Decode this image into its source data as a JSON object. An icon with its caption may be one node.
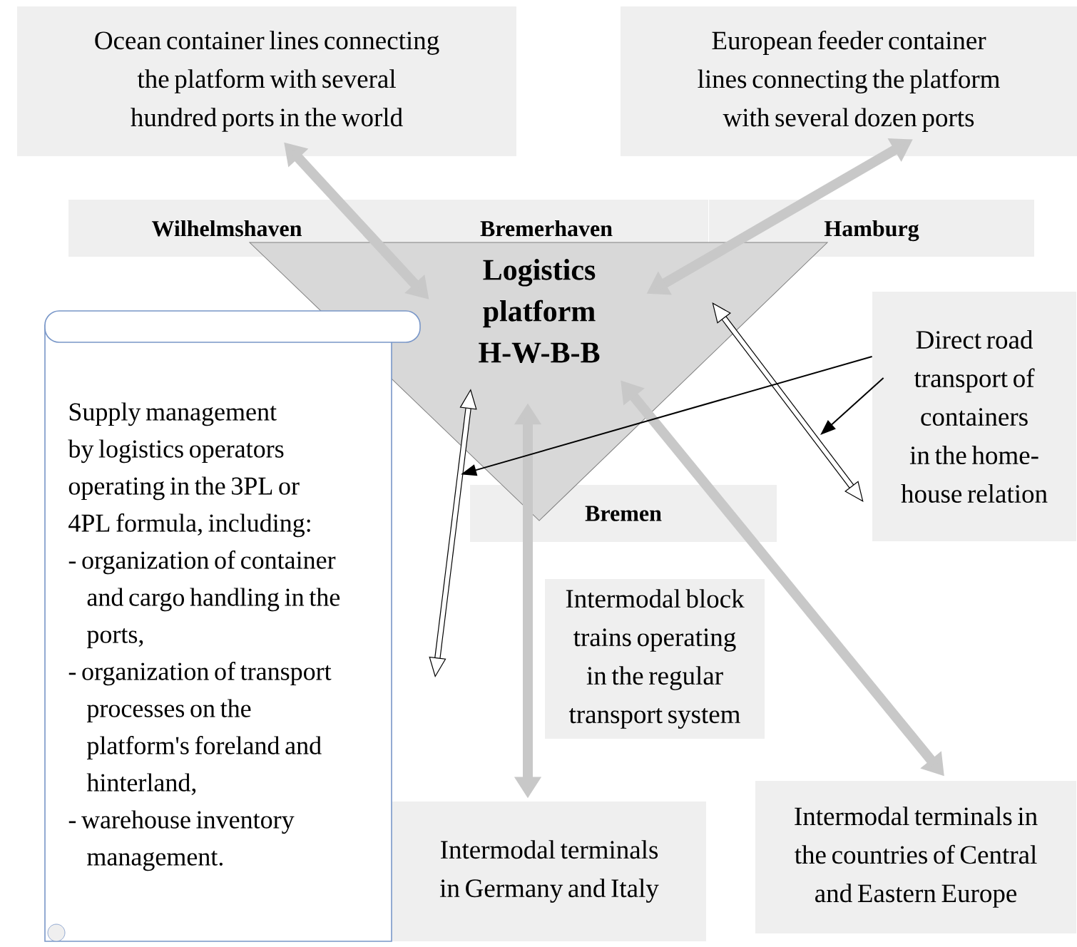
{
  "diagram": {
    "nodes": [
      {
        "text": [
          "Ocean container lines connecting the platform with several hundred ports in the world"
        ]
      },
      {
        "text": [
          "European feeder container lines connecting the platform with several dozen ports"
        ]
      },
      {
        "text": [
          "Logistics platform H-W-B-B"
        ]
      },
      {
        "text": [
          "Direct road transport of containers in the home-house relation"
        ]
      },
      {
        "text": [
          "Supply management by logistics operators operating in the 3PL or 4PL formula, including:",
          "- organization of container and cargo handling in the ports,",
          "- organization of transport processes on the platform's foreland and hinterland,",
          "- warehouse inventory management."
        ]
      },
      {
        "text": [
          "Intermodal block trains operating in the regular transport system"
        ]
      },
      {
        "text": [
          "Intermodal terminals in Germany and Italy"
        ]
      },
      {
        "text": [
          "Intermodal terminals in the countries of Central and Eastern Europe"
        ]
      }
    ],
    "edges": [
      {
        "from": 0,
        "to": 2,
        "arrow": "both",
        "color": "#c8c8c8"
      },
      {
        "from": 1,
        "to": 2,
        "arrow": "both",
        "color": "#c8c8c8"
      },
      {
        "from": 2,
        "to": 6,
        "arrow": "both",
        "color": "#c8c8c8"
      },
      {
        "from": 2,
        "to": 7,
        "arrow": "both",
        "color": "#c8c8c8"
      },
      {
        "from": 2,
        "to": 3,
        "arrow": "both",
        "color": "#000000"
      },
      {
        "from": 2,
        "to": null,
        "arrow": "both",
        "color": "#000000"
      },
      {
        "from": 3,
        "to": 2,
        "arrow": "to",
        "color": "#000000"
      },
      {
        "from": 3,
        "to": null,
        "arrow": "to",
        "color": "#000000"
      }
    ],
    "labels": [
      "Wilhelmshaven",
      "Bremerhaven",
      "Hamburg",
      "Bremen"
    ]
  }
}
